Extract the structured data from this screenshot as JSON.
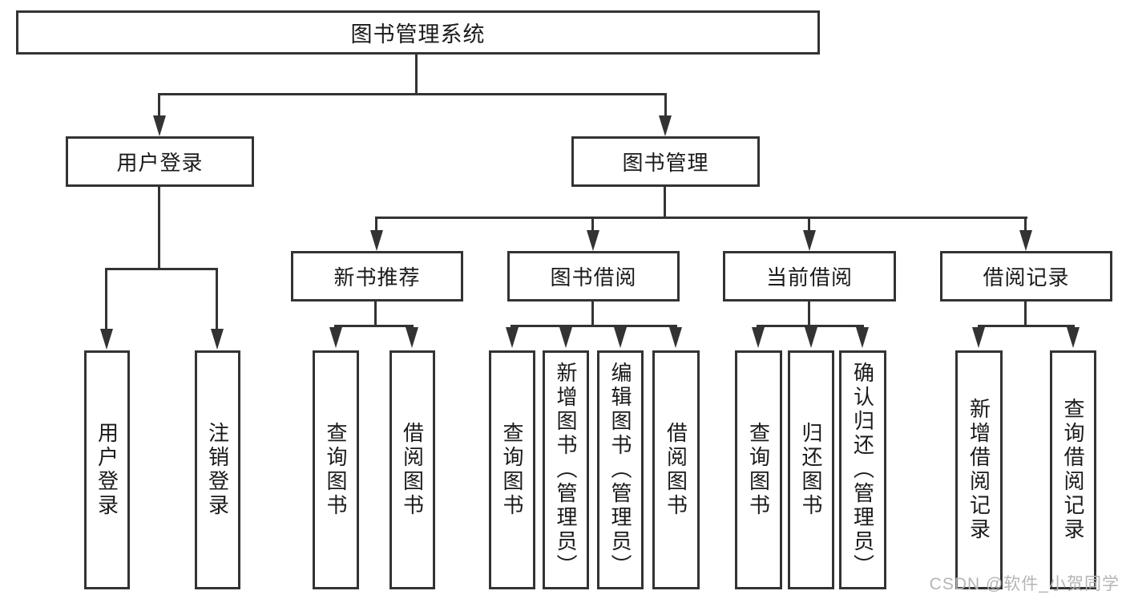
{
  "colors": {
    "line": "#333333",
    "text": "#1a1a1a",
    "watermark": "#b5b5b5",
    "background": "#ffffff"
  },
  "diagram": {
    "root": {
      "label": "图书管理系统"
    },
    "level2": [
      {
        "label": "用户登录"
      },
      {
        "label": "图书管理"
      }
    ],
    "level3": [
      {
        "label": "新书推荐"
      },
      {
        "label": "图书借阅"
      },
      {
        "label": "当前借阅"
      },
      {
        "label": "借阅记录"
      }
    ],
    "leaves": {
      "user_login": [
        {
          "label": "用户登录"
        },
        {
          "label": "注销登录"
        }
      ],
      "new_book_recommend": [
        {
          "label": "查询图书"
        },
        {
          "label": "借阅图书"
        }
      ],
      "book_borrow": [
        {
          "label": "查询图书"
        },
        {
          "label": "新增图书（管理员）"
        },
        {
          "label": "编辑图书（管理员）"
        },
        {
          "label": "借阅图书"
        }
      ],
      "current_borrow": [
        {
          "label": "查询图书"
        },
        {
          "label": "归还图书"
        },
        {
          "label": "确认归还（管理员）"
        }
      ],
      "borrow_records": [
        {
          "label": "新增借阅记录"
        },
        {
          "label": "查询借阅记录"
        }
      ]
    },
    "watermark": "CSDN @软件_小贺同学"
  }
}
